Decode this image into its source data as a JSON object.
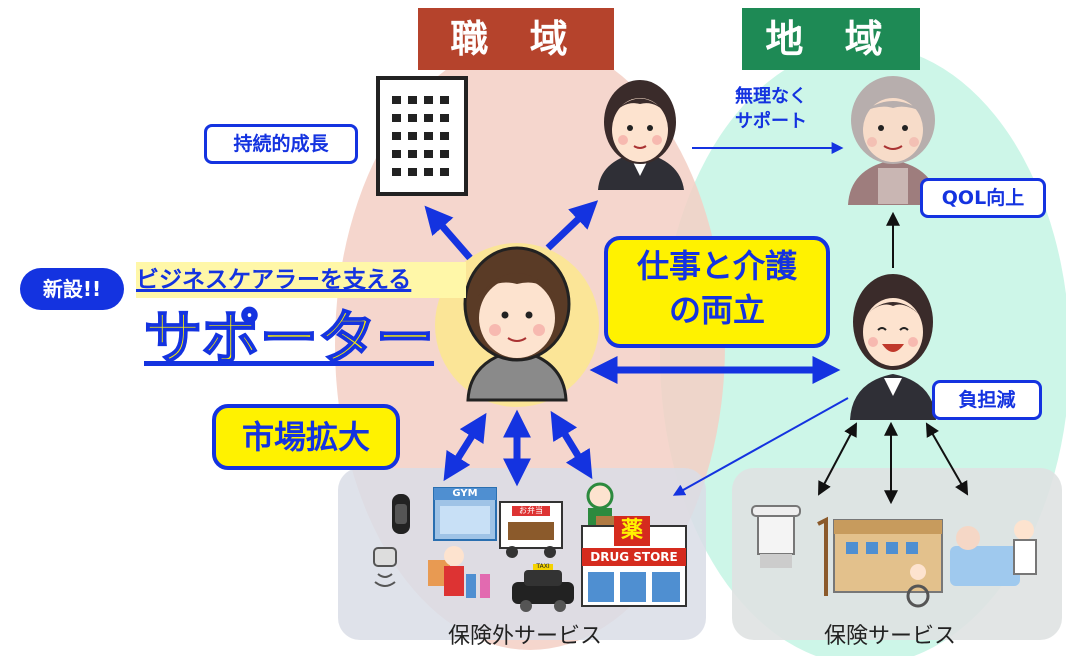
{
  "headers": {
    "workplace": "職 域",
    "community": "地 域"
  },
  "callouts": {
    "growth": "持続的成長",
    "no_strain_line1": "無理なく",
    "no_strain_line2": "サポート",
    "qol": "QOL向上",
    "balance_line1": "仕事と介護",
    "balance_line2": "の両立",
    "market": "市場拡大",
    "burden": "負担減"
  },
  "title": {
    "badge": "新設!!",
    "subtitle": "ビジネスケアラーを支える",
    "main": "サポーター"
  },
  "services": {
    "non_insurance": "保険外サービス",
    "insurance": "保険サービス",
    "gym_sign": "GYM",
    "bento_sign": "お弁当",
    "drugstore_kanji": "薬",
    "drugstore_sign": "DRUG STORE",
    "taxi_sign": "TAXI"
  },
  "colors": {
    "workplace_header": "#b5432c",
    "community_header": "#1e8a55",
    "workplace_area": "#f3cfc4",
    "community_area": "#cdf6e8",
    "accent_blue": "#1433e0",
    "highlight_yellow": "#fff200"
  }
}
